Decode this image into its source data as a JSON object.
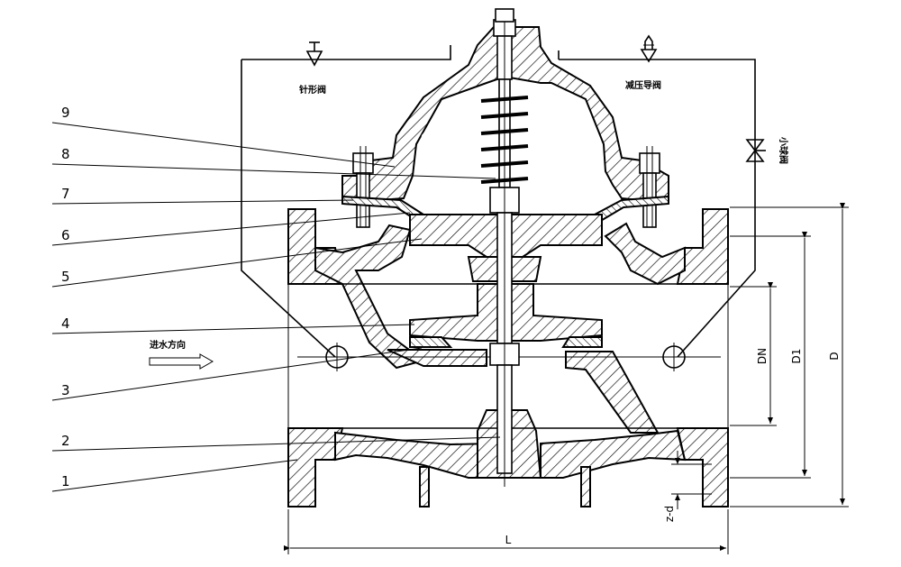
{
  "labels": {
    "needle_valve": "针形阀",
    "pressure_pilot": "减压导阀",
    "small_ball_valve": "小球阀",
    "inflow_direction": "进水方向"
  },
  "part_numbers": [
    "9",
    "8",
    "7",
    "6",
    "5",
    "4",
    "3",
    "2",
    "1"
  ],
  "dimensions": {
    "dn": "DN",
    "d1": "D1",
    "d": "D",
    "bolt_holes": "z-d",
    "length": "L"
  }
}
